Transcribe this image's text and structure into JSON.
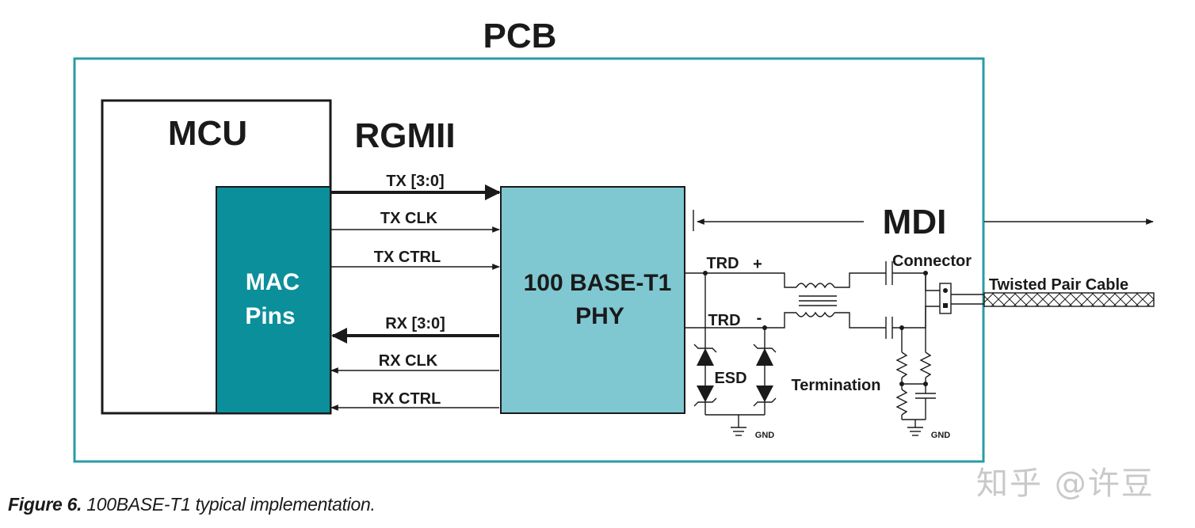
{
  "title": "PCB",
  "blocks": {
    "mcu": "MCU",
    "mac_line1": "MAC",
    "mac_line2": "Pins",
    "phy_line1": "100 BASE-T1",
    "phy_line2": "PHY"
  },
  "bus_label": "RGMII",
  "interface_label": "MDI",
  "signals": {
    "tx_data": "TX  [3:0]",
    "tx_clk": "TX CLK",
    "tx_ctrl": "TX CTRL",
    "rx_data": "RX  [3:0]",
    "rx_clk": "RX CLK",
    "rx_ctrl": "RX CTRL"
  },
  "labels": {
    "trd_pos": "TRD",
    "trd_pos_sign": "+",
    "trd_neg": "TRD",
    "trd_neg_sign": "-",
    "esd": "ESD",
    "termination": "Termination",
    "connector": "Connector",
    "cable": "Twisted Pair Cable",
    "gnd_left": "GND",
    "gnd_right": "GND"
  },
  "caption": {
    "prefix": "Figure 6.",
    "text": "100BASE-T1 typical implementation."
  },
  "watermark": "知乎 @许豆",
  "colors": {
    "pcb_border": "#2a9ca4",
    "mac_fill": "#0b8f9b",
    "phy_fill": "#7fc8d2",
    "line": "#1a1a1a"
  }
}
